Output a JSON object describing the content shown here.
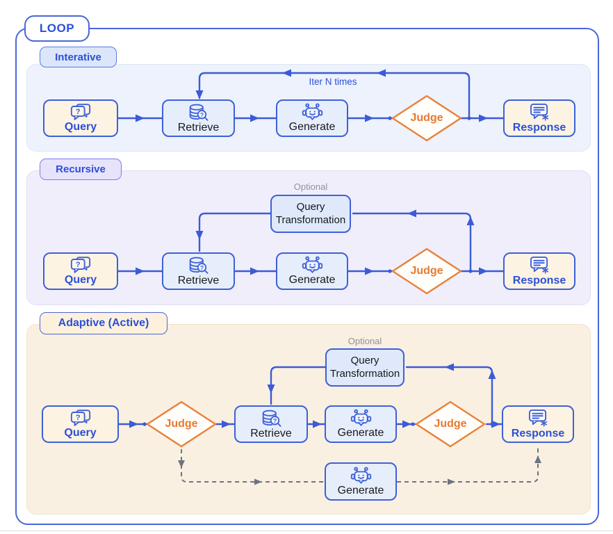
{
  "loop_label": "LOOP",
  "panels": {
    "iterative": {
      "title": "Interative",
      "iter_note": "Iter N times",
      "query": "Query",
      "retrieve": "Retrieve",
      "generate": "Generate",
      "judge": "Judge",
      "response": "Response"
    },
    "recursive": {
      "title": "Recursive",
      "optional_note": "Optional",
      "query_transformation": "Query Transformation",
      "query": "Query",
      "retrieve": "Retrieve",
      "generate": "Generate",
      "judge": "Judge",
      "response": "Response"
    },
    "adaptive": {
      "title": "Adaptive (Active)",
      "optional_note": "Optional",
      "query_transformation": "Query Transformation",
      "query": "Query",
      "judge_pre": "Judge",
      "retrieve": "Retrieve",
      "generate": "Generate",
      "judge_post": "Judge",
      "response": "Response",
      "generate_fallback": "Generate"
    }
  },
  "colors": {
    "accent_blue": "#3b5bd7",
    "label_blue": "#2b50d8",
    "accent_orange": "#e8833c",
    "panel_iterative_bg": "#edf2fc",
    "panel_recursive_bg": "#f1eefb",
    "panel_adaptive_bg": "#faf0e1",
    "node_blue_bg": "#e7eefb",
    "node_cream_bg": "#fdf3e3",
    "dashed_grey": "#6c7480"
  },
  "icons": {
    "query": "question-chat-bubbles-icon",
    "retrieve": "database-search-icon",
    "generate": "robot-icon",
    "response": "chat-snowflake-icon"
  }
}
